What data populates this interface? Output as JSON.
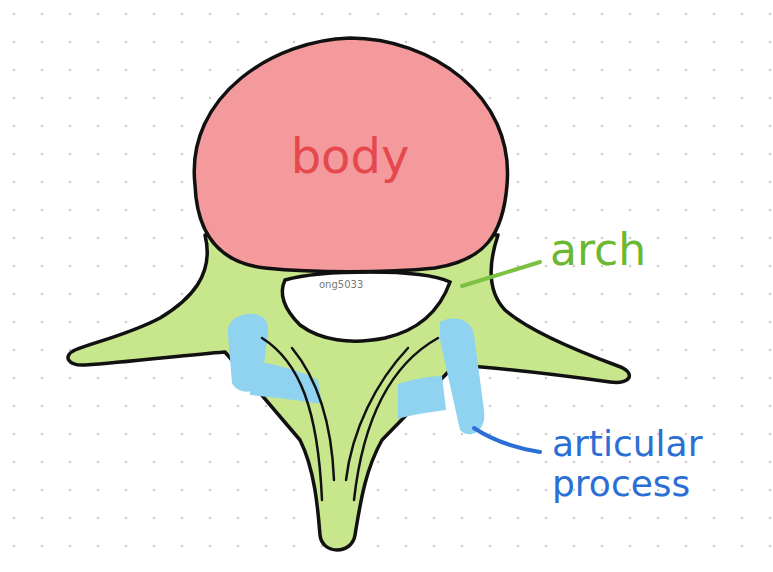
{
  "diagram": {
    "nodes": [
      {
        "text": [
          "body"
        ]
      }
    ],
    "labels": [
      "arch",
      "articular process",
      "ong5033"
    ]
  }
}
